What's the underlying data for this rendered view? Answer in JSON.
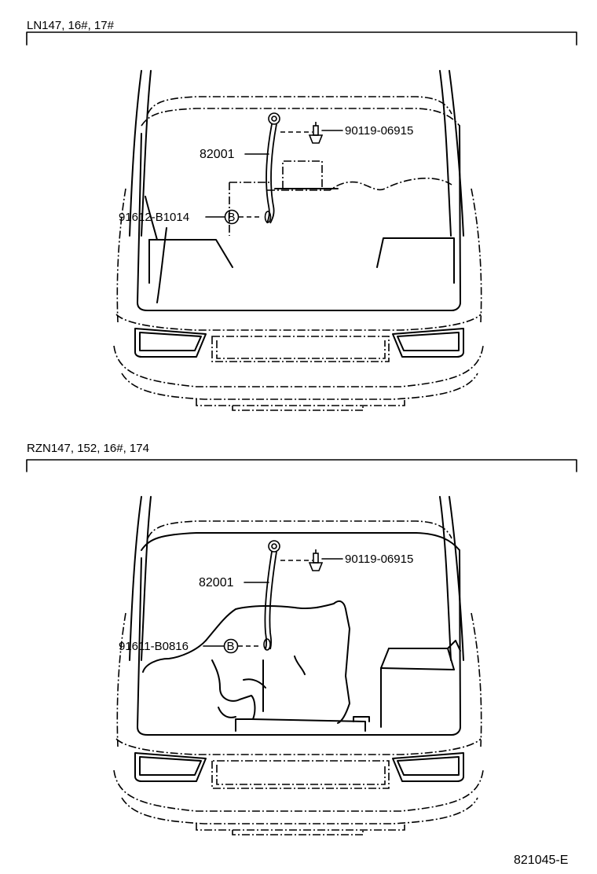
{
  "sections": [
    {
      "header": "LN147, 16#, 17#",
      "callouts": {
        "bolt": "90119-06915",
        "cable": "82001",
        "clamp": "91612-B1014",
        "circle_letter": "B"
      }
    },
    {
      "header": "RZN147, 152, 16#, 174",
      "callouts": {
        "bolt": "90119-06915",
        "cable": "82001",
        "clamp": "91611-B0816",
        "circle_letter": "B"
      }
    }
  ],
  "figure_id": "821045-E"
}
